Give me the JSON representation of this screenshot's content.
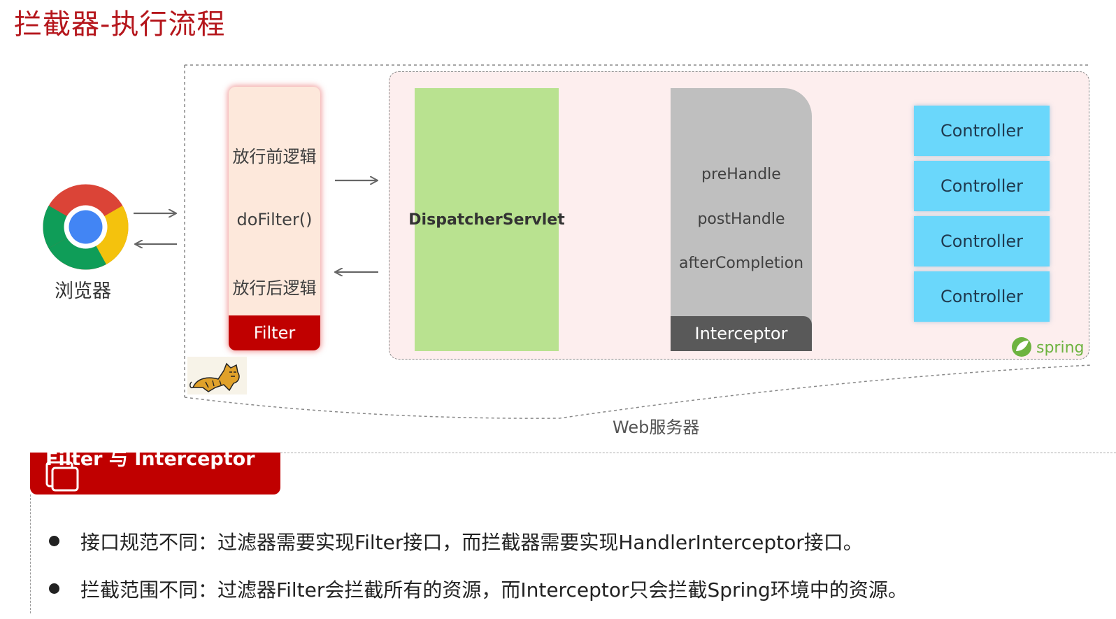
{
  "title": "拦截器-执行流程",
  "browser": {
    "label": "浏览器",
    "icon": "chrome-icon"
  },
  "filter": {
    "before": "放行前逻辑",
    "do_filter": "doFilter()",
    "after": "放行后逻辑",
    "tab": "Filter"
  },
  "dispatcher": {
    "label": "DispatcherServlet"
  },
  "interceptor": {
    "pre": "preHandle",
    "post": "postHandle",
    "after": "afterCompletion",
    "tab": "Interceptor"
  },
  "controllers": [
    "Controller",
    "Controller",
    "Controller",
    "Controller"
  ],
  "web_server_label": "Web服务器",
  "spring_logo_text": "spring",
  "section": {
    "title": "Filter 与 Interceptor"
  },
  "bullets": [
    "接口规范不同：过滤器需要实现Filter接口，而拦截器需要实现HandlerInterceptor接口。",
    "拦截范围不同：过滤器Filter会拦截所有的资源，而Interceptor只会拦截Spring环境中的资源。"
  ],
  "colors": {
    "title": "#b5161c",
    "filter_tab": "#c00000",
    "dispatcher": "#b9e290",
    "interceptor": "#bfbfbf",
    "controller": "#6ad7fb",
    "spring_green": "#6db33f"
  }
}
